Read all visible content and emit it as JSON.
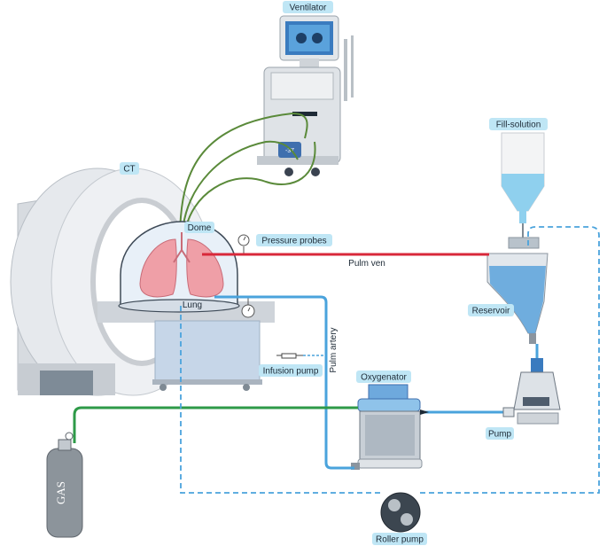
{
  "labels": {
    "ventilator": "Ventilator",
    "fill_solution": "Fill-solution",
    "ct": "CT",
    "dome": "Dome",
    "pressure_probes": "Pressure probes",
    "pulm_ven": "Pulm ven",
    "lung": "Lung",
    "reservoir": "Reservoir",
    "pulm_artery": "Pulm artery",
    "infusion_pump": "Infusion pump",
    "oxygenator": "Oxygenator",
    "pump": "Pump",
    "gas": "GAS",
    "roller_pump": "Roller pump",
    "ventilator_display": "-37"
  },
  "colors": {
    "venous_line": "#d8283a",
    "arterial_line": "#4aa3dc",
    "gas_line": "#2e9a48",
    "ventilator_tubing": "#5a8a3a",
    "label_background": "#bfe6f5",
    "equipment_gray": "#d9dde2",
    "fluid_blue": "#8fd0ee"
  }
}
